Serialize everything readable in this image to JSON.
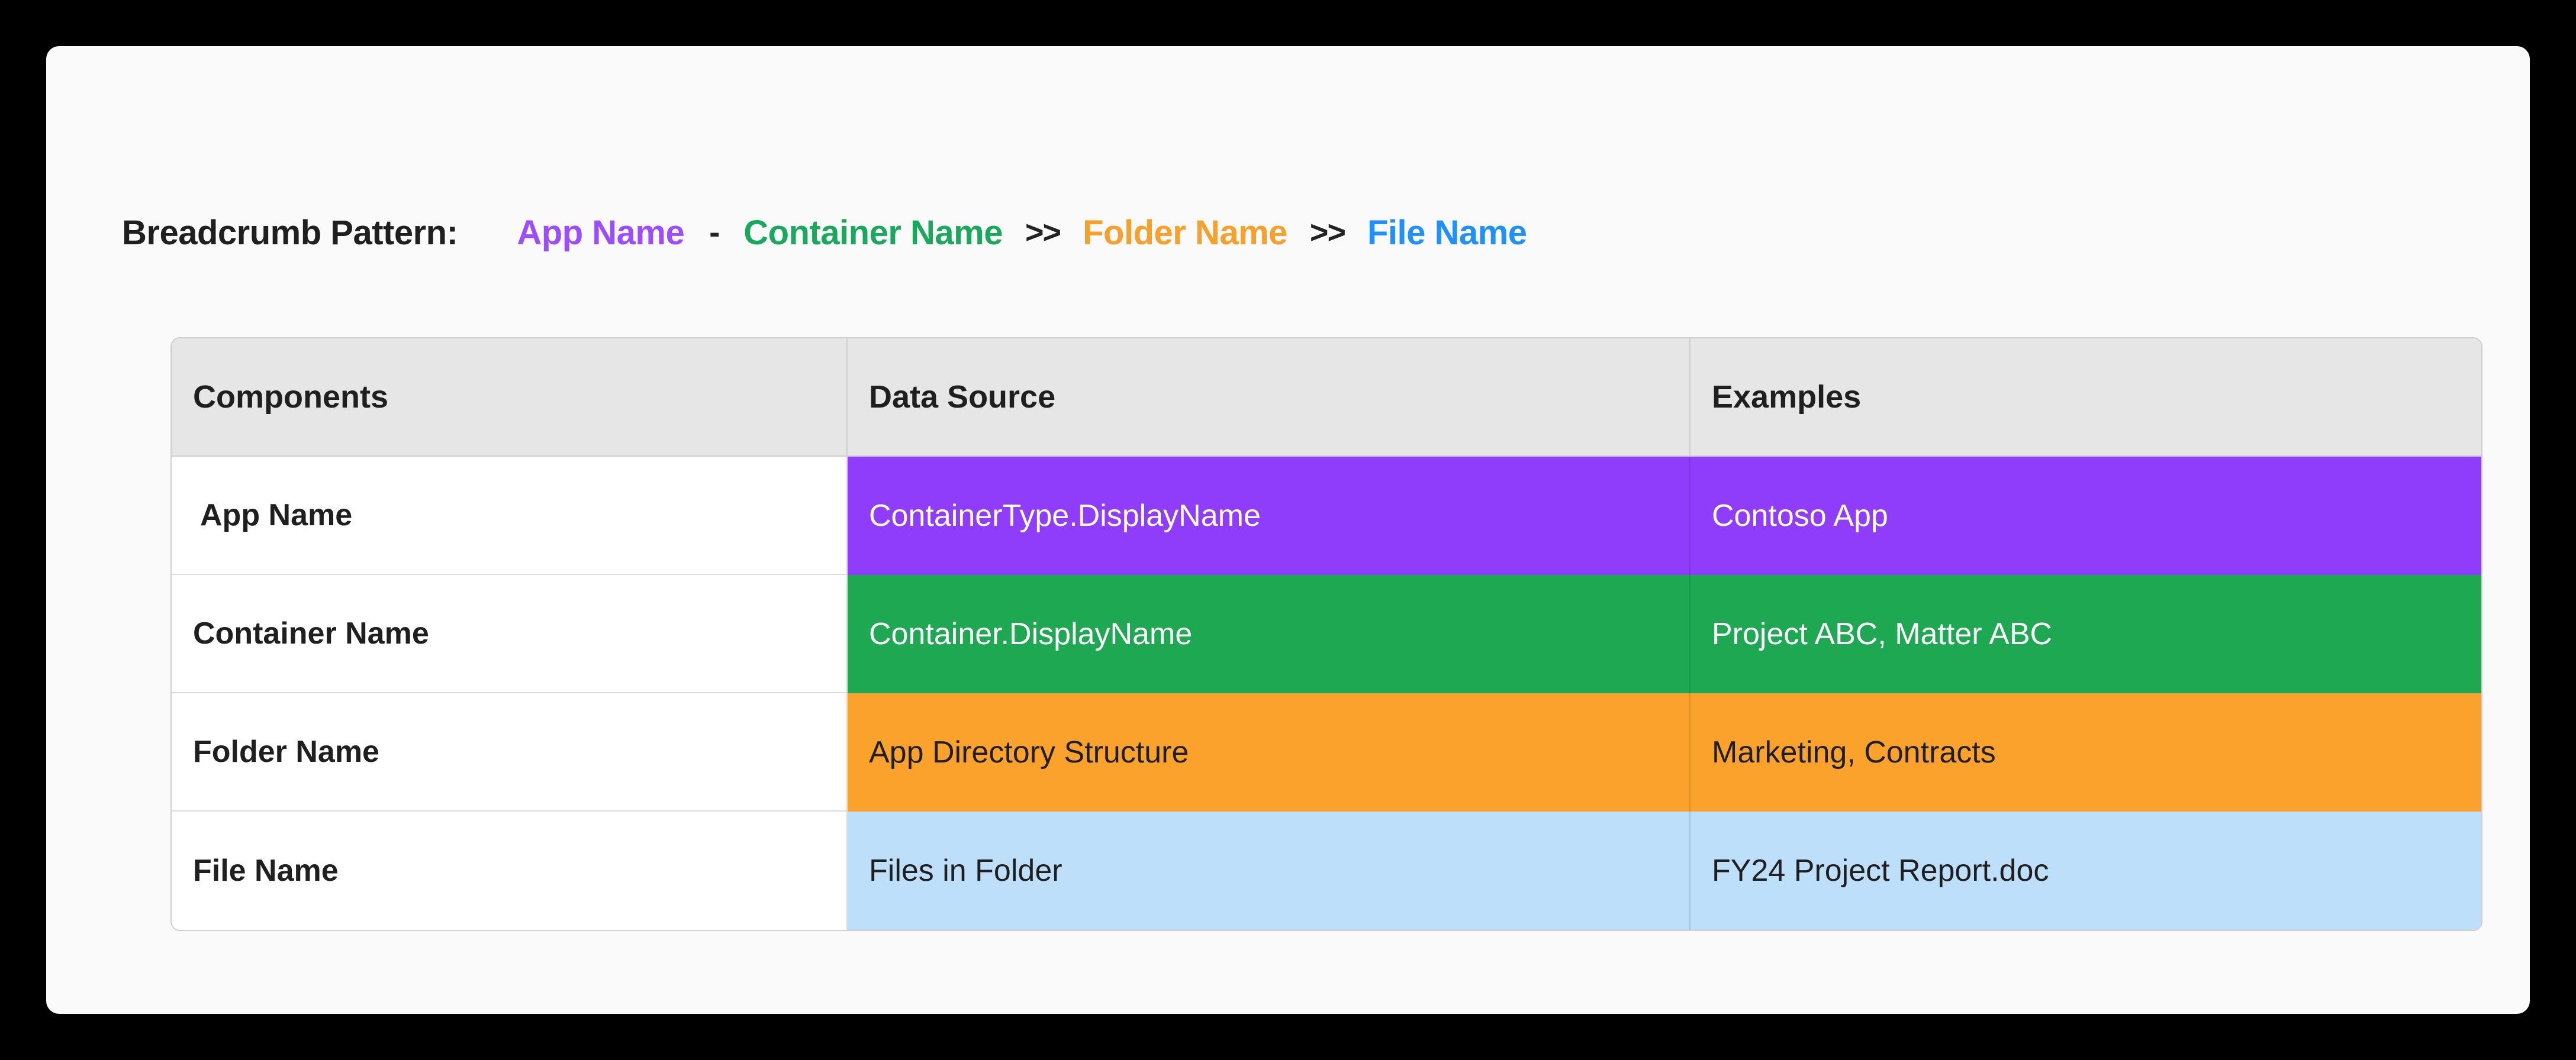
{
  "header": {
    "title": "Breadcrumb Pattern:",
    "breadcrumb": [
      {
        "label": "App Name",
        "color": "#9B4DFF",
        "separator_after": "-"
      },
      {
        "label": "Container Name",
        "color": "#19A85C",
        "separator_after": ">>"
      },
      {
        "label": "Folder Name",
        "color": "#F9A02B",
        "separator_after": ">>"
      },
      {
        "label": "File Name",
        "color": "#1E90FF",
        "separator_after": ""
      }
    ]
  },
  "table": {
    "columns": [
      "Components",
      "Data Source",
      "Examples"
    ],
    "rows": [
      {
        "component": "App Name",
        "data_source": "ContainerType.DisplayName",
        "example": "Contoso App",
        "accent": "#8F3DFB",
        "text_color": "#FFFFFF"
      },
      {
        "component": "Container Name",
        "data_source": "Container.DisplayName",
        "example": "Project ABC, Matter ABC",
        "accent": "#1DA851",
        "text_color": "#FFFFFF"
      },
      {
        "component": "Folder Name",
        "data_source": "App Directory Structure",
        "example": "Marketing, Contracts",
        "accent": "#FAA22B",
        "text_color": "#1F1F1F"
      },
      {
        "component": "File Name",
        "data_source": "Files in Folder",
        "example": "FY24 Project Report.doc",
        "accent": "#BEDFFA",
        "text_color": "#1F1F1F"
      }
    ]
  }
}
